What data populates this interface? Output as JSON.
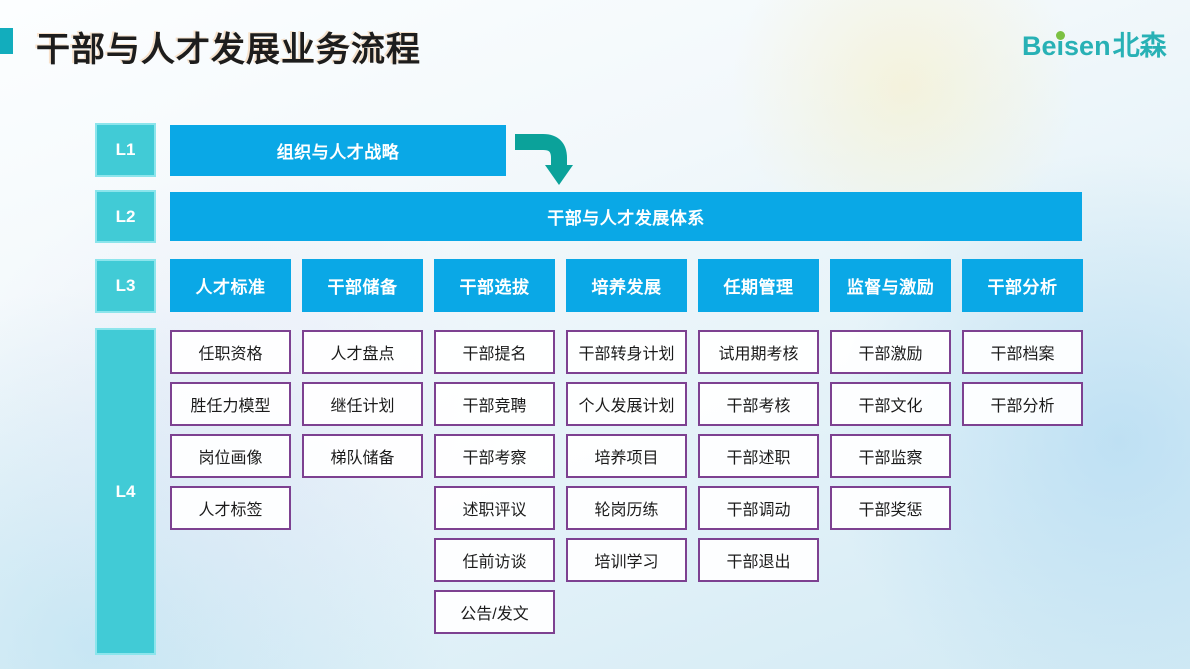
{
  "header": {
    "title": "干部与人才发展业务流程",
    "logo": {
      "text": "Beisen北森",
      "latin_pre": "Be",
      "latin_stem": "ı",
      "latin_post": "sen",
      "cjk": "北森"
    }
  },
  "levels": {
    "l1": {
      "label": "L1",
      "box": "组织与人才战略"
    },
    "l2": {
      "label": "L2",
      "box": "干部与人才发展体系"
    },
    "l3": {
      "label": "L3",
      "categories": [
        "人才标准",
        "干部储备",
        "干部选拔",
        "培养发展",
        "任期管理",
        "监督与激励",
        "干部分析"
      ]
    },
    "l4": {
      "label": "L4",
      "columns": [
        [
          "任职资格",
          "胜任力模型",
          "岗位画像",
          "人才标签"
        ],
        [
          "人才盘点",
          "继任计划",
          "梯队储备"
        ],
        [
          "干部提名",
          "干部竞聘",
          "干部考察",
          "述职评议",
          "任前访谈",
          "公告/发文"
        ],
        [
          "干部转身计划",
          "个人发展计划",
          "培养项目",
          "轮岗历练",
          "培训学习"
        ],
        [
          "试用期考核",
          "干部考核",
          "干部述职",
          "干部调动",
          "干部退出"
        ],
        [
          "干部激励",
          "干部文化",
          "干部监察",
          "干部奖惩"
        ],
        [
          "干部档案",
          "干部分析"
        ]
      ]
    }
  },
  "icons": {
    "flow_arrow": "curved-arrow-down"
  },
  "colors": {
    "box_blue": "#0aa8e6",
    "label_teal": "#41cbd6",
    "label_teal_border": "#8ce5ec",
    "arrow_teal": "#0ba29a",
    "purple_border": "#7d4191",
    "accent_bar": "#12adbd",
    "logo_teal": "#28b1b5",
    "logo_dot_green": "#7cc142",
    "title_text": "#1d1d1d"
  }
}
